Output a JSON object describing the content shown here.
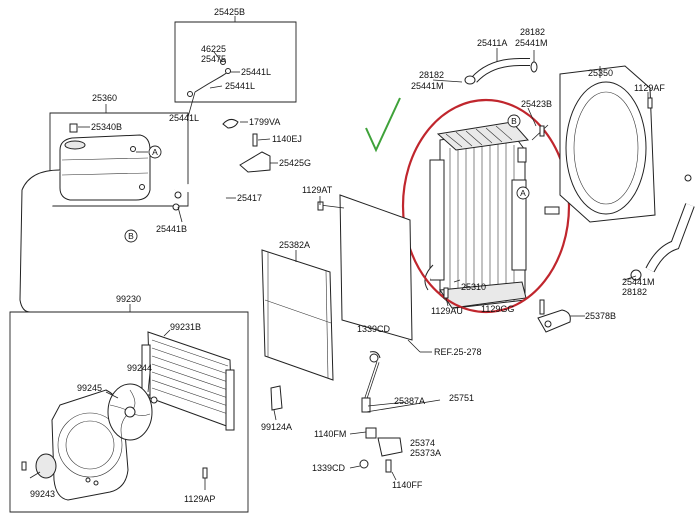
{
  "labels": {
    "p25425B": "25425B",
    "p46225": "46225",
    "p25475": "25475",
    "p25441L_a": "25441L",
    "p25441L_b": "25441L",
    "p25441L_c": "25441L",
    "p1799VA": "1799VA",
    "p25360": "25360",
    "p25340B": "25340B",
    "p1140EJ": "1140EJ",
    "p25425G": "25425G",
    "p25417": "25417",
    "p25441B": "25441B",
    "p1129AT": "1129AT",
    "p25382A": "25382A",
    "p28182_a": "28182",
    "p25441M_a": "25441M",
    "p25411A": "25411A",
    "p28182_b": "28182",
    "p25441M_b": "25441M",
    "p25350": "25350",
    "p1129AF": "1129AF",
    "p25423B": "25423B",
    "p25310": "25310",
    "p1129AU": "1129AU",
    "p1129GG": "1129GG",
    "p25378B": "25378B",
    "p25441M_c": "25441M",
    "p28182_c": "28182",
    "p1339CD_a": "1339CD",
    "pREF": "REF.25-278",
    "p25387A": "25387A",
    "p25751": "25751",
    "p1140FM": "1140FM",
    "p25374": "25374",
    "p25373A": "25373A",
    "p1339CD_b": "1339CD",
    "p1140FF": "1140FF",
    "p99230": "99230",
    "p99231B": "99231B",
    "p99244": "99244",
    "p99245": "99245",
    "p99243": "99243",
    "p99124A": "99124A",
    "p1129AP": "1129AP",
    "refA_1": "A",
    "refA_2": "A",
    "refB_1": "B",
    "refB_2": "B"
  },
  "colors": {
    "highlight_oval": "#c0262d",
    "checkmark": "#3fa23a",
    "ink": "#222222"
  }
}
